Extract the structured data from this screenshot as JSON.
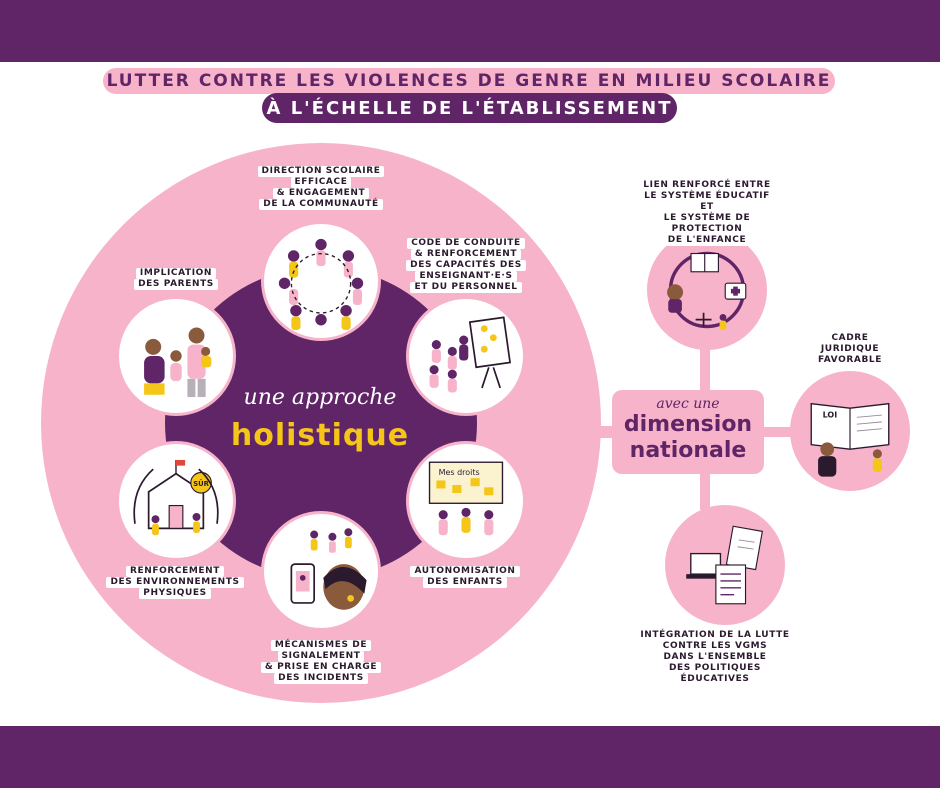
{
  "header": {
    "title_line1": "LUTTER CONTRE LES VIOLENCES DE GENRE EN MILIEU SCOLAIRE",
    "title_line2": "À L'ÉCHELLE DE L'ÉTABLISSEMENT"
  },
  "center": {
    "line1": "une approche",
    "line2": "holistique"
  },
  "pillars": [
    {
      "id": "direction",
      "lines": [
        "DIRECTION SCOLAIRE",
        "EFFICACE",
        "& ENGAGEMENT",
        "DE LA COMMUNAUTÉ"
      ],
      "icon": "community-circle-icon"
    },
    {
      "id": "code",
      "lines": [
        "CODE DE CONDUITE",
        "& RENFORCEMENT",
        "DES CAPACITÉS DES",
        "ENSEIGNANT·E·S",
        "ET DU PERSONNEL"
      ],
      "icon": "classroom-training-icon"
    },
    {
      "id": "autonomisation",
      "lines": [
        "AUTONOMISATION",
        "DES ENFANTS"
      ],
      "icon": "children-rights-board-icon",
      "board_text": "Mes droits"
    },
    {
      "id": "mecanismes",
      "lines": [
        "MÉCANISMES DE",
        "SIGNALEMENT",
        "& PRISE EN CHARGE",
        "DES INCIDENTS"
      ],
      "icon": "phone-reporting-icon"
    },
    {
      "id": "environnements",
      "lines": [
        "RENFORCEMENT",
        "DES ENVIRONNEMENTS",
        "PHYSIQUES"
      ],
      "icon": "safe-school-icon",
      "badge_text": "SÛR"
    },
    {
      "id": "parents",
      "lines": [
        "IMPLICATION",
        "DES PARENTS"
      ],
      "icon": "family-icon"
    }
  ],
  "national": {
    "line1": "avec une",
    "line2": "dimension",
    "line3": "nationale",
    "items": [
      {
        "id": "protection",
        "lines": [
          "LIEN RENFORCÉ ENTRE",
          "LE SYSTÈME ÉDUCATIF ET",
          "LE SYSTÈME DE PROTECTION",
          "DE L'ENFANCE"
        ],
        "icon": "education-protection-cycle-icon"
      },
      {
        "id": "cadre",
        "lines": [
          "CADRE",
          "JURIDIQUE",
          "FAVORABLE"
        ],
        "icon": "law-book-icon",
        "book_text": "LOI"
      },
      {
        "id": "integration",
        "lines": [
          "INTÉGRATION DE LA LUTTE",
          "CONTRE LES VGMS",
          "DANS L'ENSEMBLE",
          "DES POLITIQUES ÉDUCATIVES"
        ],
        "icon": "policy-documents-icon"
      }
    ]
  },
  "colors": {
    "purple": "#5f2567",
    "pink": "#f7b3c9",
    "yellow": "#f5c518",
    "white": "#ffffff"
  }
}
